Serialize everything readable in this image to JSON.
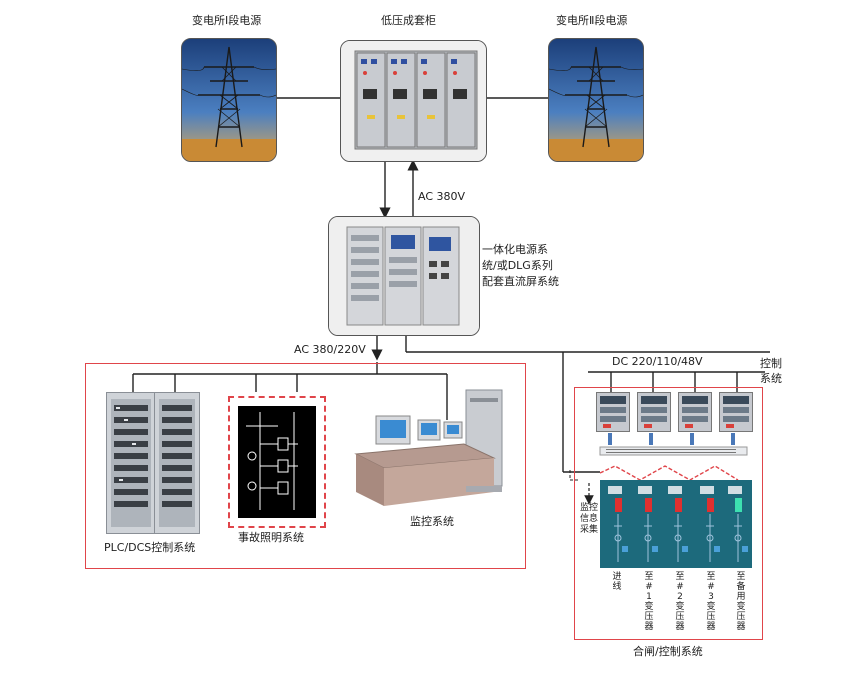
{
  "labels": {
    "source_left": "变电所Ⅰ段电源",
    "cabinet": "低压成套柜",
    "source_right": "变电所Ⅱ段电源",
    "ac380": "AC 380V",
    "integrated_line1": "一体化电源系",
    "integrated_line2": "统/或DLG系列",
    "integrated_line3": "配套直流屏系统",
    "ac380_220": "AC 380/220V",
    "dc": "DC 220/110/48V",
    "control_line1": "控制",
    "control_line2": "系统",
    "plc": "PLC/DCS控制系统",
    "emergency": "事故照明系统",
    "monitor": "监控系统",
    "monitor_info": "监控信息采集",
    "switch_control": "合闸/控制系统"
  },
  "feeders": [
    "进线",
    "至#1变压器",
    "至#2变压器",
    "至#3变压器",
    "至备用变压器"
  ],
  "colors": {
    "red": "#e0454a",
    "line": "#222222",
    "sky": "#1f4f8e",
    "panel": "#1b5f73"
  }
}
